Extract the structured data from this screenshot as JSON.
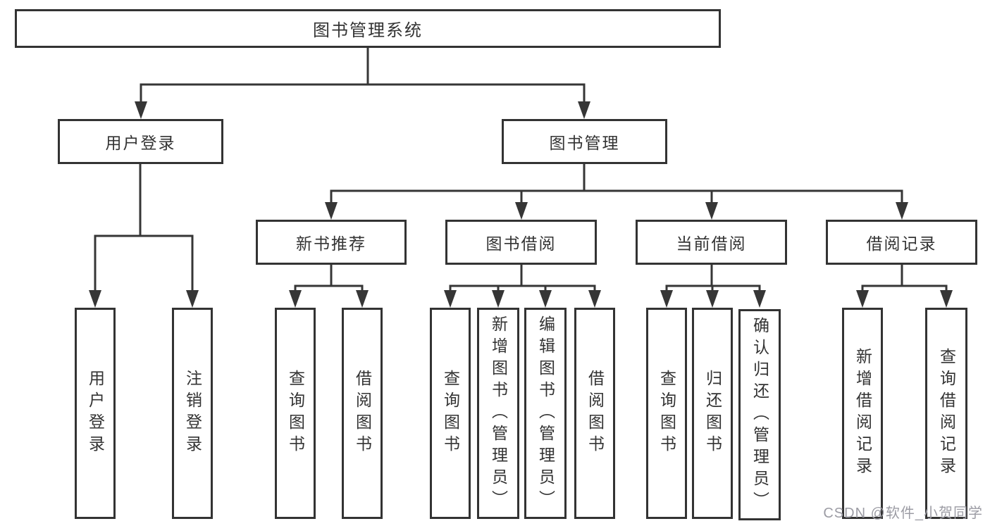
{
  "diagram_type": "hierarchy-tree",
  "colors": {
    "line": "#363636",
    "box_border": "#333333",
    "box_fill": "#ffffff",
    "text": "#333333",
    "watermark": "#9c9ca4",
    "background": "#ffffff"
  },
  "tree": {
    "root": {
      "label": "图书管理系统",
      "children": [
        {
          "label": "用户登录",
          "children": [
            {
              "label": "用户登录"
            },
            {
              "label": "注销登录"
            }
          ]
        },
        {
          "label": "图书管理",
          "children": [
            {
              "label": "新书推荐",
              "children": [
                {
                  "label": "查询图书"
                },
                {
                  "label": "借阅图书"
                }
              ]
            },
            {
              "label": "图书借阅",
              "children": [
                {
                  "label": "查询图书"
                },
                {
                  "label": "新增图书（管理员）"
                },
                {
                  "label": "编辑图书（管理员）"
                },
                {
                  "label": "借阅图书"
                }
              ]
            },
            {
              "label": "当前借阅",
              "children": [
                {
                  "label": "查询图书"
                },
                {
                  "label": "归还图书"
                },
                {
                  "label": "确认归还（管理员）"
                }
              ]
            },
            {
              "label": "借阅记录",
              "children": [
                {
                  "label": "新增借阅记录"
                },
                {
                  "label": "查询借阅记录"
                }
              ]
            }
          ]
        }
      ]
    }
  },
  "watermark": "CSDN @软件_小贺同学"
}
